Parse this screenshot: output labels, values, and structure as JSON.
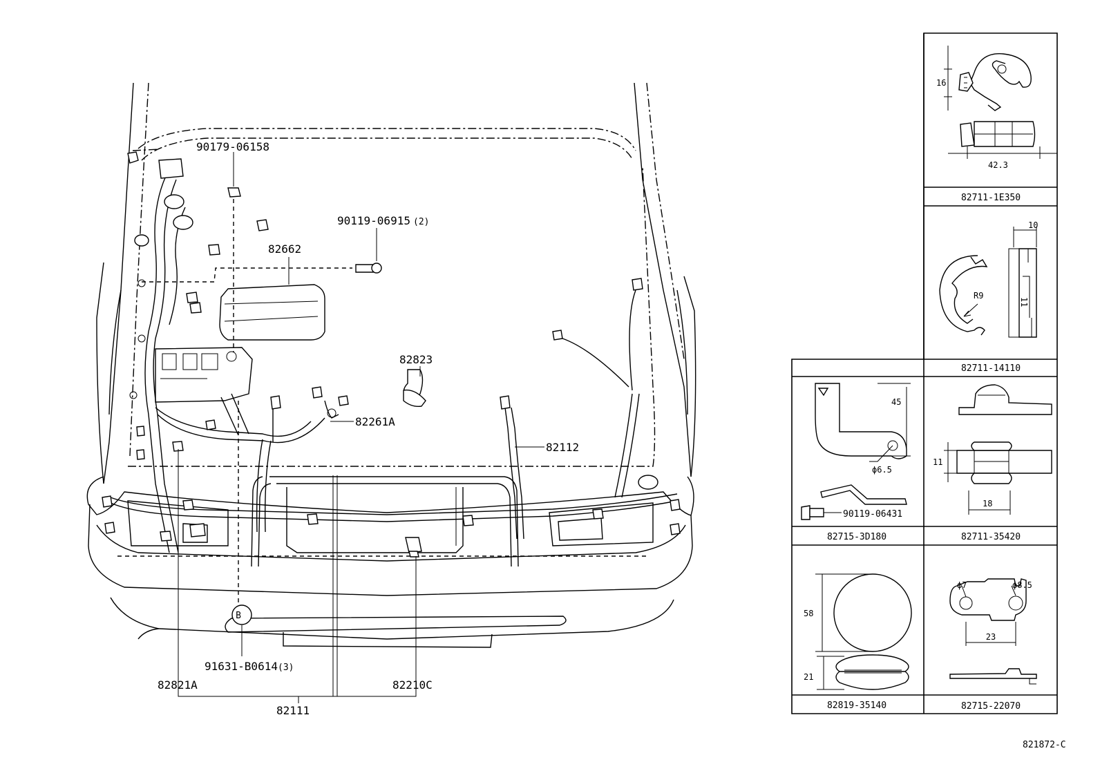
{
  "main": {
    "labels": {
      "p90179": "90179-06158",
      "p90119a": "90119-06915",
      "p90119a_qty": "(2)",
      "p82662": "82662",
      "p82823": "82823",
      "p82261A": "82261A",
      "p82112": "82112",
      "p91631": "91631-B0614",
      "p91631_qty": "(3)",
      "p82821A": "82821A",
      "p82210C": "82210C",
      "p82111": "82111",
      "marker_b": "B"
    }
  },
  "panel": {
    "cells": [
      {
        "part": "82711-1E350",
        "dims": [
          "16",
          "42.3"
        ]
      },
      {
        "part": "82711-14110",
        "dims": [
          "10",
          "R9",
          "11"
        ]
      },
      {
        "part": "82715-3D180",
        "dims": [
          "45",
          "ϕ6.5"
        ],
        "sub_part": "90119-06431"
      },
      {
        "part": "82711-35420",
        "dims": [
          "11",
          "18"
        ]
      },
      {
        "part": "82819-35140",
        "dims": [
          "58",
          "21"
        ]
      },
      {
        "part": "82715-22070",
        "dims": [
          "ϕ7",
          "ϕ8.5",
          "23"
        ]
      }
    ]
  },
  "footer": {
    "diagram_id": "821872-C"
  }
}
